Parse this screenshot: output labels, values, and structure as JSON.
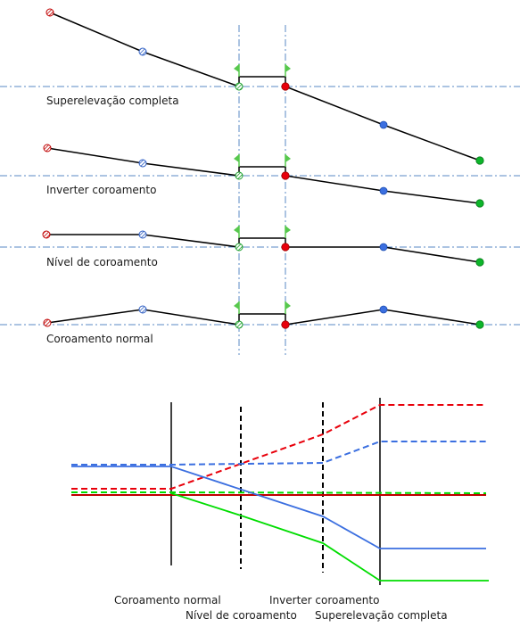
{
  "top_section": {
    "stages": [
      {
        "label": "Superelevação completa"
      },
      {
        "label": "Inverter coroamento"
      },
      {
        "label": "Nível de coroamento"
      },
      {
        "label": "Coroamento normal"
      }
    ]
  },
  "bottom_section": {
    "labels": {
      "normal": "Coroamento normal",
      "level": "Nível de coroamento",
      "invert": "Inverter coroamento",
      "full": "Superelevação completa"
    }
  },
  "colors": {
    "red": "#e8000b",
    "blue": "#3b6fe0",
    "green": "#00dd00",
    "dark_red": "#c00000",
    "axis": "#5a8ac6",
    "black": "#000000",
    "flag_green": "#57c84d"
  }
}
